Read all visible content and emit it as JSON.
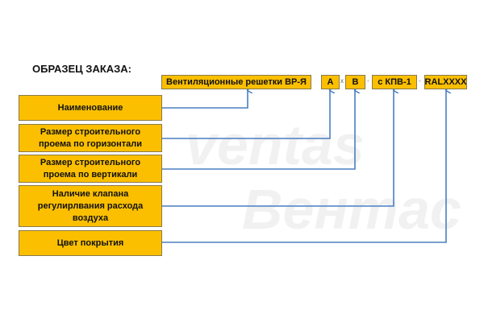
{
  "title": "ОБРАЗЕЦ ЗАКАЗА:",
  "code_parts": [
    "Вентиляционные решетки ВР-Я",
    "A",
    "B",
    "с КПВ-1",
    "RALXXXX"
  ],
  "separators": [
    "x",
    "-",
    "-",
    "-"
  ],
  "fields": [
    "Наименование",
    "Размер строительного проема по горизонтали",
    "Размер строительного проема по вертикали",
    "Наличие клапана регулирлвания расхода воздуха",
    "Цвет покрытия"
  ],
  "watermark": [
    "ventas",
    "Вентас"
  ],
  "colors": {
    "box": "#fbbf00",
    "line": "#4a7fc1"
  }
}
